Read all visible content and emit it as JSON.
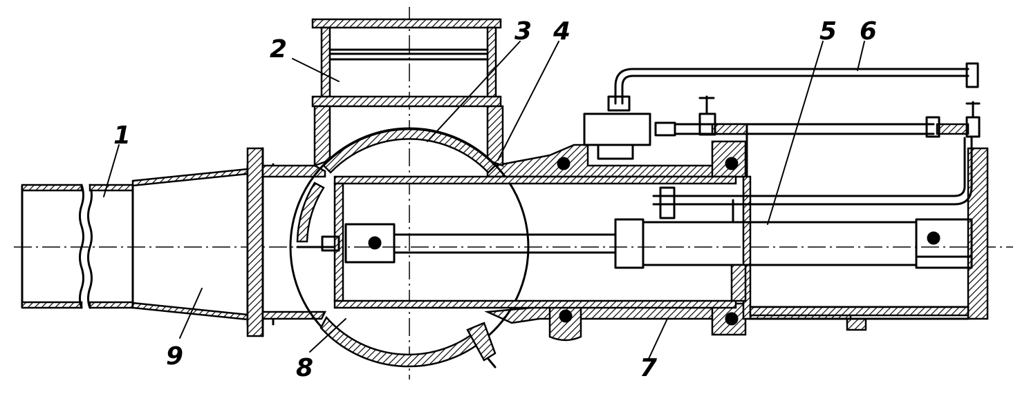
{
  "labels": [
    {
      "id": "1",
      "text": "1"
    },
    {
      "id": "2",
      "text": "2"
    },
    {
      "id": "3",
      "text": "3"
    },
    {
      "id": "4",
      "text": "4"
    },
    {
      "id": "5",
      "text": "5"
    },
    {
      "id": "6",
      "text": "6"
    },
    {
      "id": "7",
      "text": "7"
    },
    {
      "id": "8",
      "text": "8"
    },
    {
      "id": "9",
      "text": "9"
    }
  ],
  "colors": {
    "ink": "#000000",
    "paper": "#ffffff"
  }
}
